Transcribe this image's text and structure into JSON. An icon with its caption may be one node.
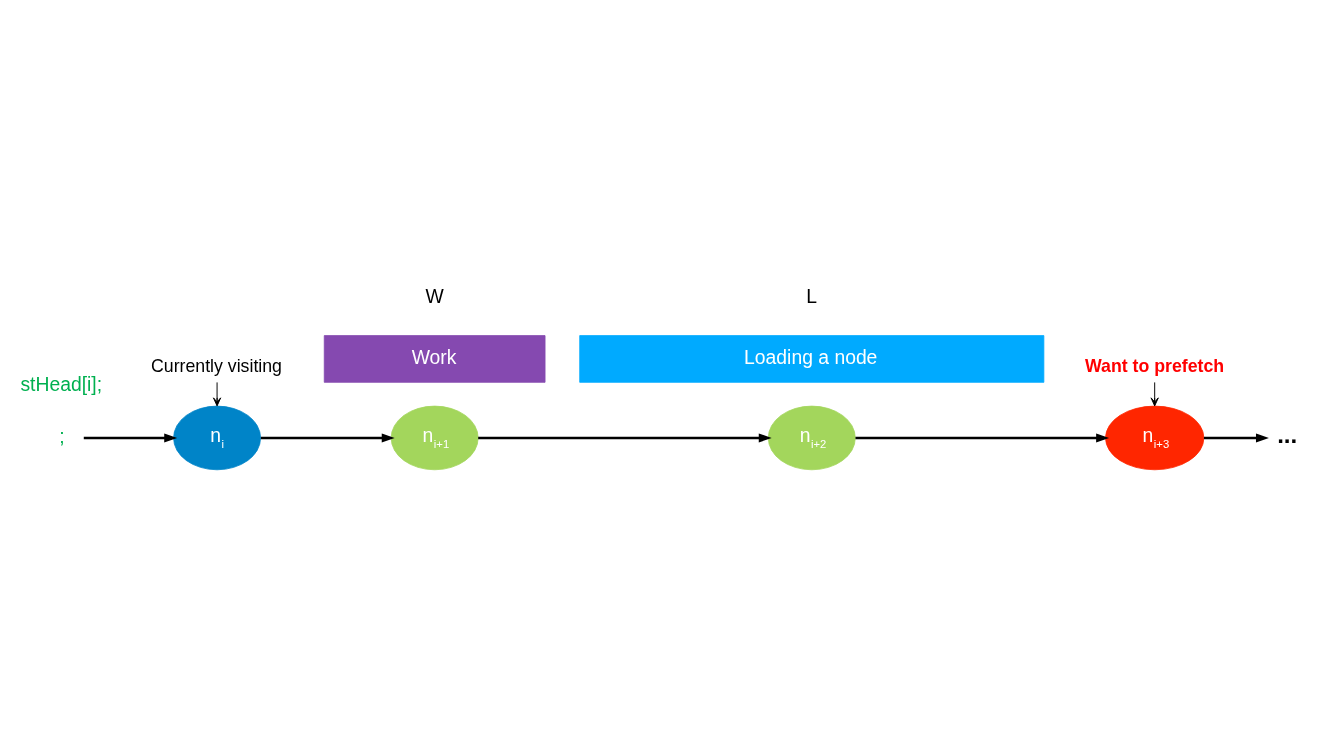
{
  "diagram": {
    "nodes": [
      {
        "text": [
          "Currently visiting"
        ]
      },
      {
        "text": [
          "Want to prefetch"
        ]
      },
      {
        "text": [
          ";"
        ]
      },
      {
        "text": [
          "n$_{i}$"
        ]
      },
      {
        "text": [
          "n$_{i+1}$"
        ]
      },
      {
        "text": [
          "n$_{i+2}$"
        ]
      },
      {
        "text": [
          "n$_{i+3}$"
        ]
      },
      {
        "text": [
          "..."
        ]
      },
      {
        "text": [
          "Loading a node"
        ]
      },
      {
        "text": [
          "Work"
        ]
      }
    ],
    "edges": [
      {
        "from": 0,
        "to": 3,
        "arrow": "to"
      },
      {
        "from": 1,
        "to": 6,
        "arrow": "to"
      },
      {
        "from": 2,
        "to": 3,
        "arrow": "to"
      },
      {
        "from": 3,
        "to": 4,
        "arrow": "to"
      },
      {
        "from": 4,
        "to": 5,
        "arrow": "to"
      },
      {
        "from": 5,
        "to": 6,
        "arrow": "to"
      },
      {
        "from": 6,
        "to": 7,
        "arrow": "to"
      }
    ],
    "labels": [
      "stHead[i];",
      "L",
      "W"
    ]
  }
}
